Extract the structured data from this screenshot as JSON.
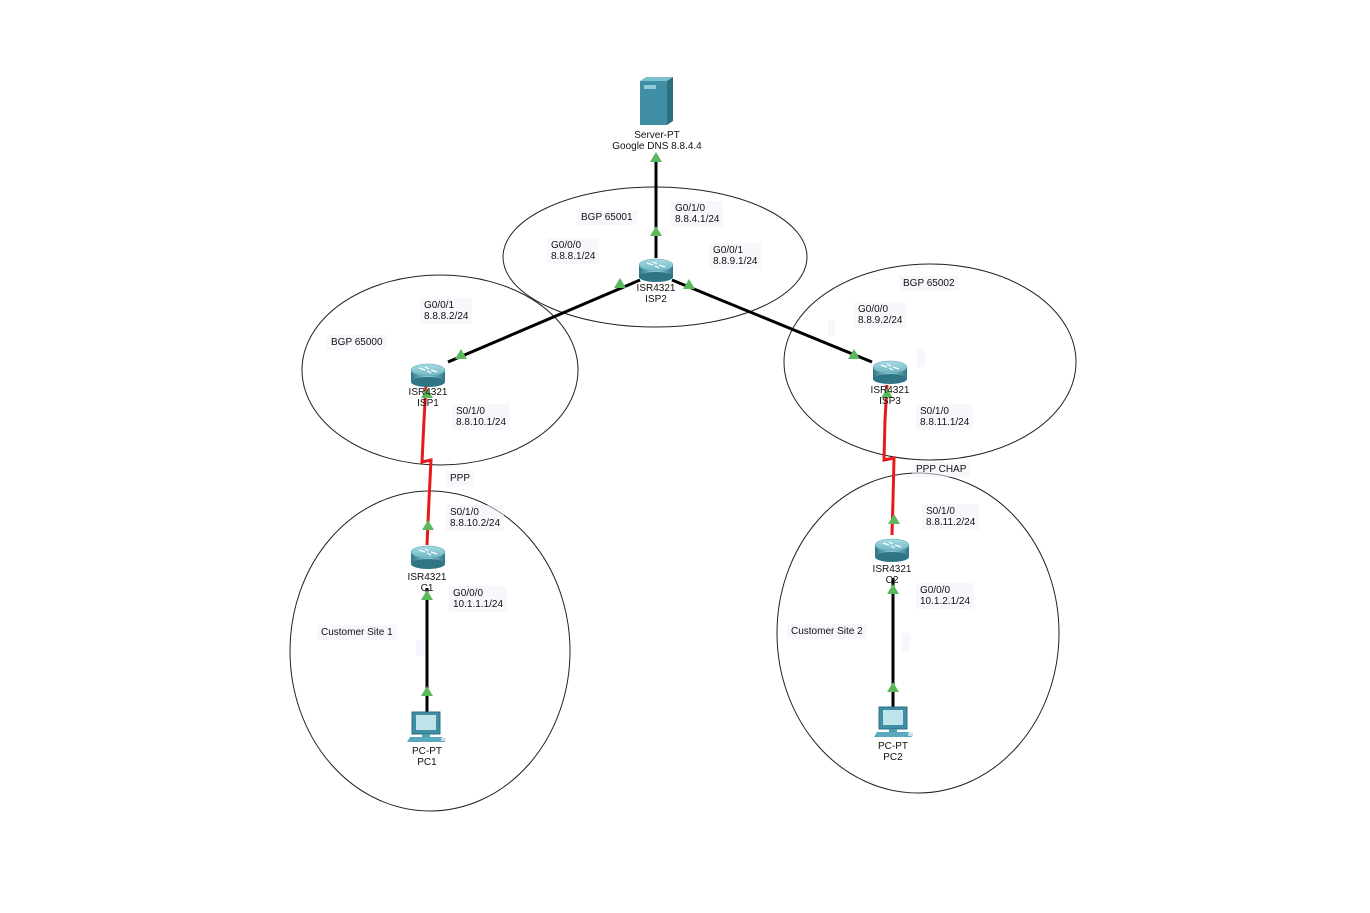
{
  "diagram": {
    "zones": [
      {
        "id": "bgp65001",
        "label": "BGP 65001"
      },
      {
        "id": "bgp65000",
        "label": "BGP 65000"
      },
      {
        "id": "bgp65002",
        "label": "BGP 65002"
      },
      {
        "id": "site1",
        "label": "Customer Site 1"
      },
      {
        "id": "site2",
        "label": "Customer Site 2"
      }
    ],
    "devices": {
      "server": {
        "model": "Server-PT",
        "name": "Google DNS 8.8.4.4"
      },
      "isp2": {
        "model": "ISR4321",
        "name": "ISP2"
      },
      "isp1": {
        "model": "ISR4321",
        "name": "ISP1"
      },
      "isp3": {
        "model": "ISR4321",
        "name": "ISP3"
      },
      "c1": {
        "model": "ISR4321",
        "name": "C1"
      },
      "c2": {
        "model": "ISR4321",
        "name": "C2"
      },
      "pc1": {
        "model": "PC-PT",
        "name": "PC1"
      },
      "pc2": {
        "model": "PC-PT",
        "name": "PC2"
      }
    },
    "interfaces": {
      "isp2_g010": {
        "port": "G0/1/0",
        "ip": "8.8.4.1/24"
      },
      "isp2_g000": {
        "port": "G0/0/0",
        "ip": "8.8.8.1/24"
      },
      "isp2_g001": {
        "port": "G0/0/1",
        "ip": "8.8.9.1/24"
      },
      "isp1_g001": {
        "port": "G0/0/1",
        "ip": "8.8.8.2/24"
      },
      "isp1_s010": {
        "port": "S0/1/0",
        "ip": "8.8.10.1/24"
      },
      "isp3_g000": {
        "port": "G0/0/0",
        "ip": "8.8.9.2/24"
      },
      "isp3_s010": {
        "port": "S0/1/0",
        "ip": "8.8.11.1/24"
      },
      "c1_s010": {
        "port": "S0/1/0",
        "ip": "8.8.10.2/24"
      },
      "c1_g000": {
        "port": "G0/0/0",
        "ip": "10.1.1.1/24"
      },
      "c2_s010": {
        "port": "S0/1/0",
        "ip": "8.8.11.2/24"
      },
      "c2_g000": {
        "port": "G0/0/0",
        "ip": "10.1.2.1/24"
      }
    },
    "links": [
      {
        "from": "server",
        "to": "isp2",
        "type": "ethernet"
      },
      {
        "from": "isp2",
        "to": "isp1",
        "type": "ethernet"
      },
      {
        "from": "isp2",
        "to": "isp3",
        "type": "ethernet"
      },
      {
        "from": "isp1",
        "to": "c1",
        "type": "serial",
        "label": "PPP"
      },
      {
        "from": "isp3",
        "to": "c2",
        "type": "serial",
        "label": "PPP CHAP"
      },
      {
        "from": "c1",
        "to": "pc1",
        "type": "ethernet"
      },
      {
        "from": "c2",
        "to": "pc2",
        "type": "ethernet"
      }
    ],
    "colors": {
      "ethernet": "#000000",
      "serial": "#e8191c",
      "link_up": "#5cb85c",
      "router_body": "#4a9aab",
      "server_body": "#3f8ea3"
    }
  }
}
